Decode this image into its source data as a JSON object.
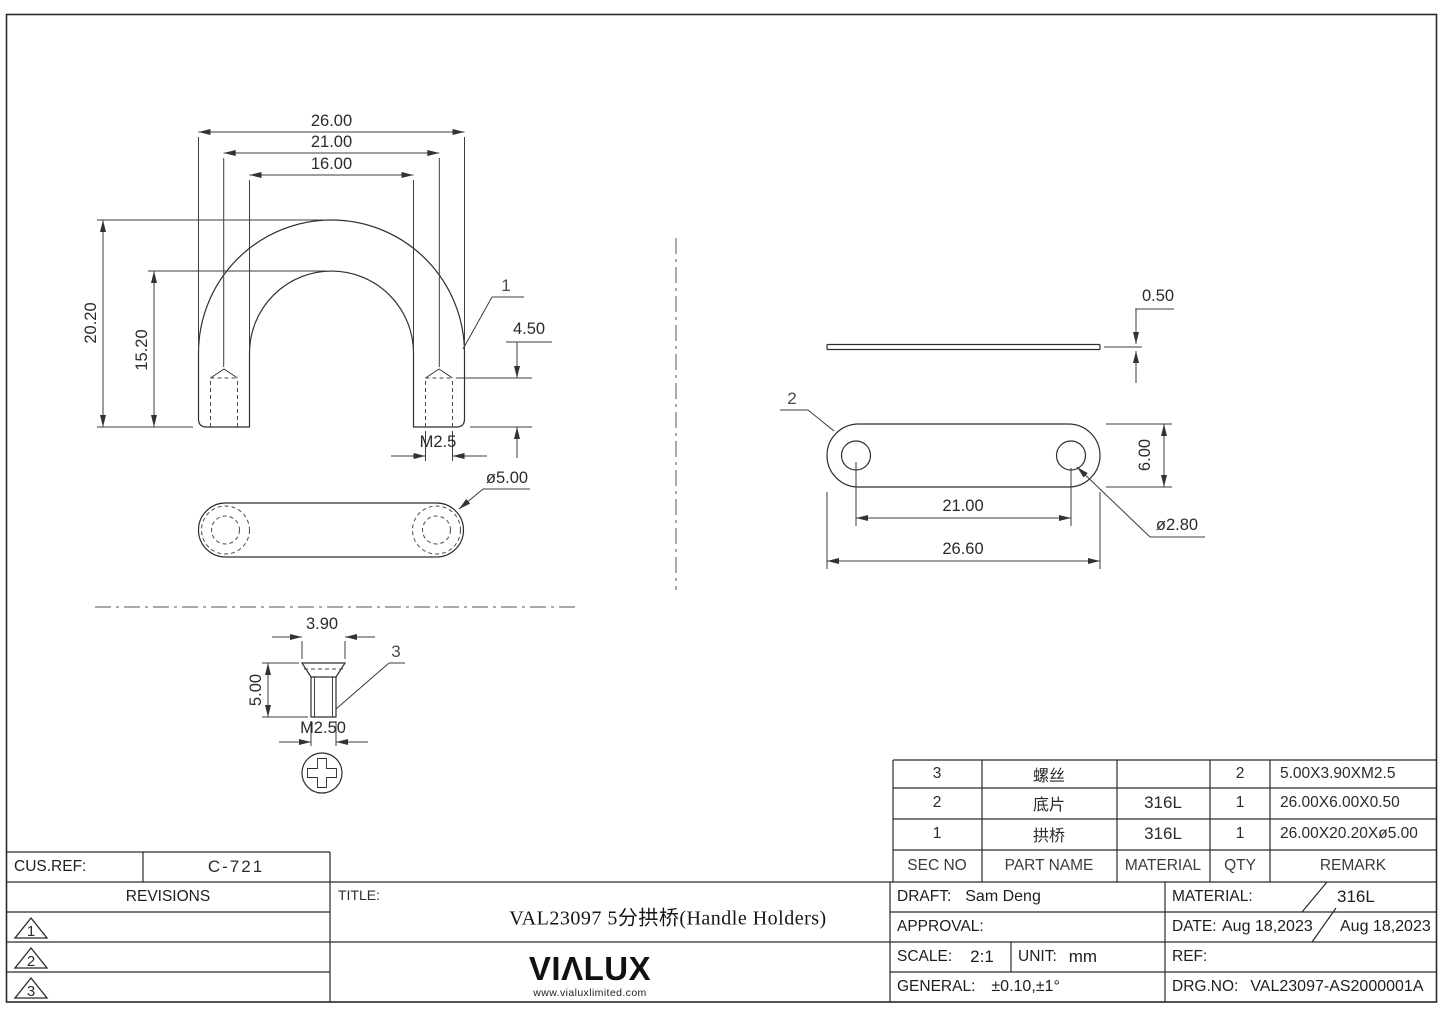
{
  "sheet": {
    "views": {
      "arch": {
        "balloon": "1",
        "width_outer": "26.00",
        "width_mid": "21.00",
        "width_inner": "16.00",
        "height_outer": "20.20",
        "height_inner": "15.20",
        "thread_depth": "4.50",
        "thread_size": "M2.5",
        "rod_diameter": "ø5.00"
      },
      "plate": {
        "balloon": "2",
        "thickness": "0.50",
        "hole_spacing": "21.00",
        "length": "26.60",
        "width": "6.00",
        "hole_diameter": "ø2.80"
      },
      "screw": {
        "balloon": "3",
        "head_diameter": "3.90",
        "length": "5.00",
        "thread_size": "M2.50"
      }
    },
    "bom": {
      "headers": {
        "sec_no": "SEC NO",
        "part_name": "PART NAME",
        "material": "MATERIAL",
        "qty": "QTY",
        "remark": "REMARK"
      },
      "rows": [
        {
          "sec_no": "3",
          "part_name": "螺丝",
          "material": "",
          "qty": "2",
          "remark": "5.00X3.90XM2.5"
        },
        {
          "sec_no": "2",
          "part_name": "底片",
          "material": "316L",
          "qty": "1",
          "remark": "26.00X6.00X0.50"
        },
        {
          "sec_no": "1",
          "part_name": "拱桥",
          "material": "316L",
          "qty": "1",
          "remark": "26.00X20.20Xø5.00"
        }
      ]
    },
    "title_block": {
      "cus_ref_label": "CUS.REF:",
      "cus_ref_value": "C-721",
      "revisions_label": "REVISIONS",
      "revision_marks": [
        "1",
        "2",
        "3"
      ],
      "title_label": "TITLE:",
      "title_value": "VAL23097  5分拱桥(Handle Holders)",
      "logo_text": "VIΛLUX",
      "logo_site": "www.vialuxlimited.com",
      "draft_label": "DRAFT:",
      "draft_value": "Sam Deng",
      "approval_label": "APPROVAL:",
      "scale_label": "SCALE:",
      "scale_value": "2:1",
      "unit_label": "UNIT:",
      "unit_value": "mm",
      "general_label": "GENERAL:",
      "general_value": "±0.10,±1°",
      "material_label": "MATERIAL:",
      "material_value": "316L",
      "date_label": "DATE:",
      "date_value_1": "Aug 18,2023",
      "date_value_2": "Aug 18,2023",
      "ref_label": "REF:",
      "drg_no_label": "DRG.NO:",
      "drg_no_value": "VAL23097-AS2000001A"
    }
  }
}
